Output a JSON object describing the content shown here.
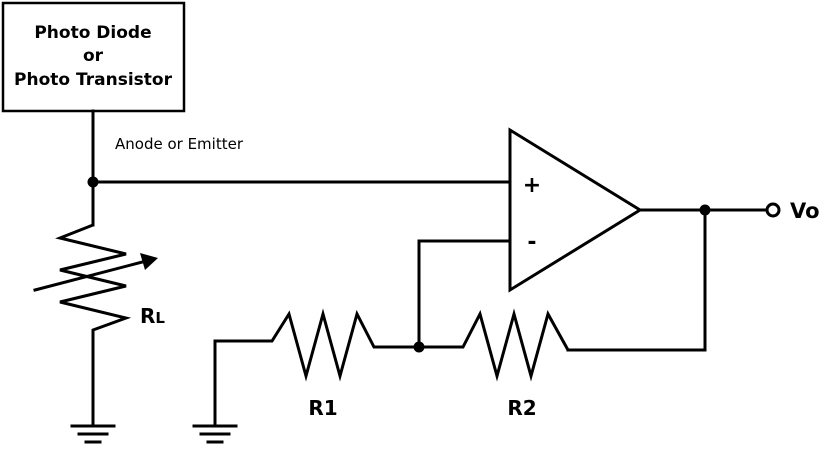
{
  "sensor": {
    "line1": "Photo Diode",
    "line2": "or",
    "line3": "Photo Transistor"
  },
  "anode_label": "Anode or Emitter",
  "opamp": {
    "plus": "+",
    "minus": "-"
  },
  "labels": {
    "rl_main": "R",
    "rl_sub": "L",
    "r1": "R1",
    "r2": "R2",
    "vo": "Vo"
  }
}
